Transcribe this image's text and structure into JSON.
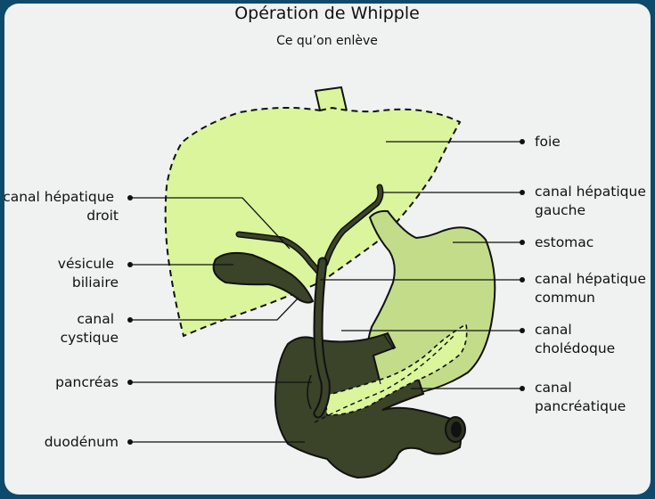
{
  "title": "Opération de Whipple",
  "subtitle": "Ce qu’on enlève",
  "labels_right": {
    "foie": "foie",
    "canal_hepatique_gauche": [
      "canal hépatique",
      "gauche"
    ],
    "estomac": "estomac",
    "canal_hepatique_commun": [
      "canal hépatique",
      "commun"
    ],
    "canal_choledoque": [
      "canal",
      "cholédoque"
    ],
    "canal_pancreatique": [
      "canal",
      "pancréatique"
    ]
  },
  "labels_left": {
    "canal_hepatique_droit": [
      "canal hépatique",
      "droit"
    ],
    "vesicule_biliaire": [
      "vésicule",
      "biliaire"
    ],
    "canal_cystique": [
      "canal",
      "cystique"
    ],
    "pancreas": "pancréas",
    "duodenum": "duodénum"
  },
  "colors": {
    "background": "#0d4a6c",
    "panel": "#f0f1f1",
    "liver": "#daf59b",
    "stomach": "#c3dc8a",
    "dark_organ": "#3b4328",
    "outline": "#111111"
  }
}
